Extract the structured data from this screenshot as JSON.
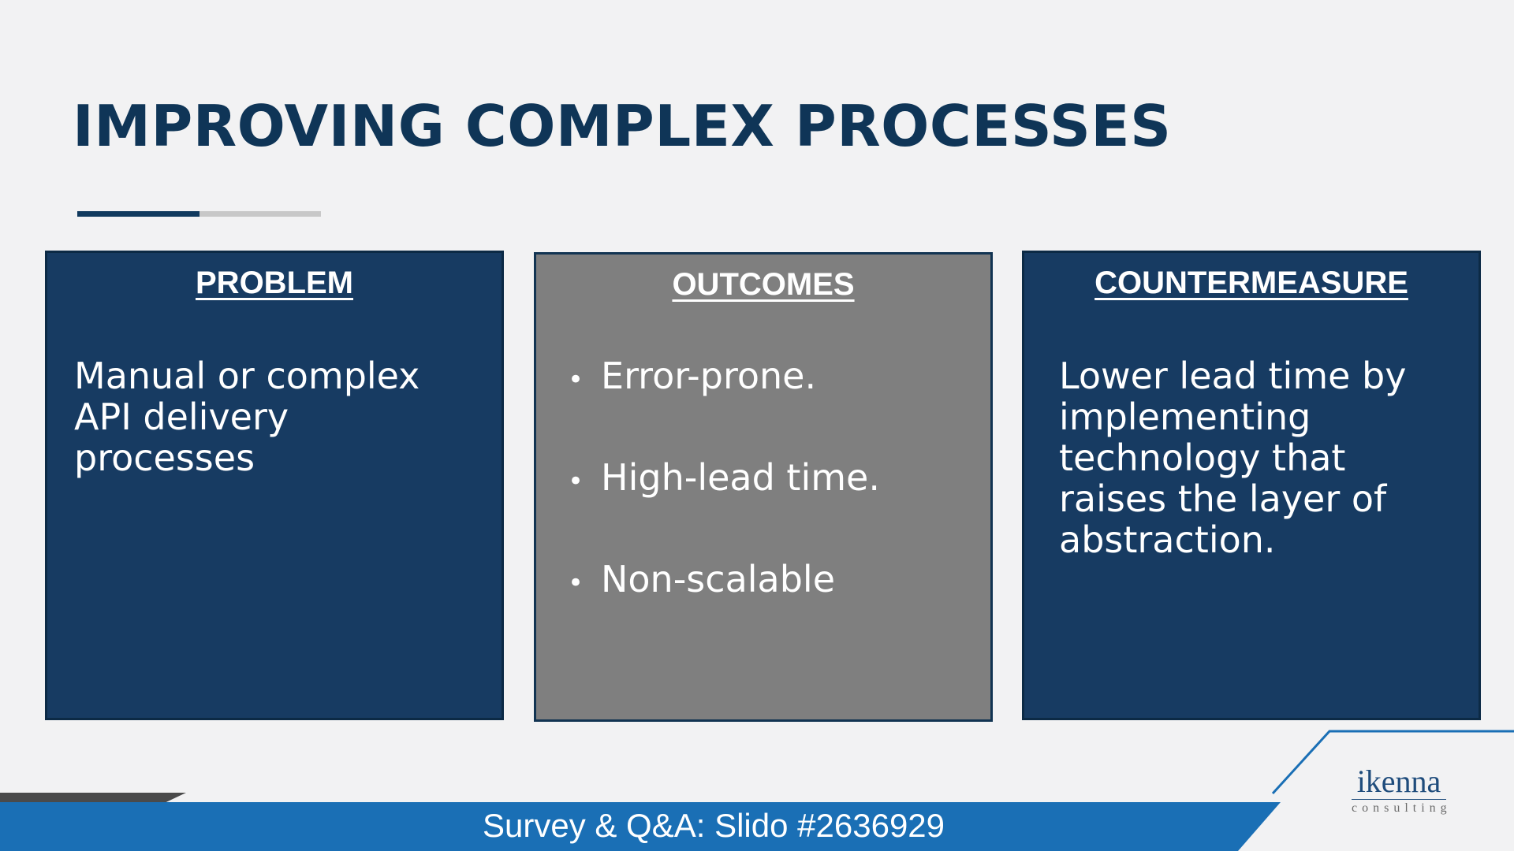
{
  "slide": {
    "title": "IMPROVING COMPLEX PROCESSES"
  },
  "cards": {
    "problem": {
      "heading": "PROBLEM",
      "text": "Manual or complex API delivery processes"
    },
    "outcomes": {
      "heading": "OUTCOMES",
      "bullets": [
        "Error-prone.",
        "High-lead time.",
        "Non-scalable"
      ]
    },
    "countermeasure": {
      "heading": "COUNTERMEASURE",
      "text": "Lower lead time by implementing technology that raises the layer of abstraction."
    }
  },
  "footer": {
    "text": "Survey & Q&A: Slido #2636929"
  },
  "logo": {
    "main": "ikenna",
    "sub": "consulting"
  },
  "colors": {
    "title": "#0f3557",
    "card_blue": "#173b62",
    "card_grey": "#7f7f7f",
    "footer_blue": "#1a6fb5",
    "dark_triangle": "#4a4a4a"
  }
}
